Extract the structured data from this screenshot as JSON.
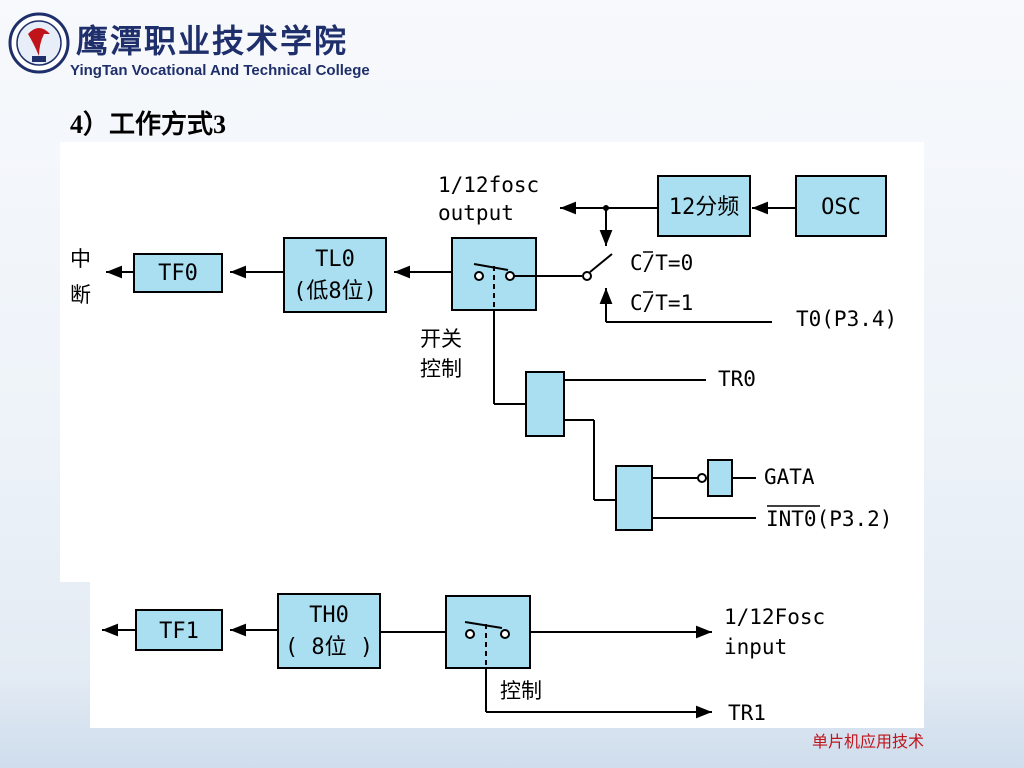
{
  "header": {
    "college_name_cn": "鹰潭职业技术学院",
    "college_name_en": "YingTan Vocational And Technical College",
    "slide_title": "4）工作方式3"
  },
  "diagram": {
    "upper": {
      "interrupt_label": [
        "中",
        "断"
      ],
      "tf0": "TF0",
      "tl0_line1": "TL0",
      "tl0_line2": "(低8位)",
      "osc": "OSC",
      "divider": "12分频",
      "fosc_output_line1": "1/12fosc",
      "fosc_output_line2": "output",
      "ct0": "C/T=0",
      "ct1": "C/T=1",
      "t0_pin": "T0(P3.4)",
      "switch_control": [
        "开关",
        "控制"
      ],
      "tr0": "TR0",
      "gata": "GATA",
      "int0": "INT0(P3.2)"
    },
    "lower": {
      "tf1": "TF1",
      "th0_line1": "TH0",
      "th0_line2": "( 8位 )",
      "fosc_input_line1": "1/12Fosc",
      "fosc_input_line2": "input",
      "control": "控制",
      "tr1": "TR1"
    }
  },
  "footer": {
    "text": "单片机应用技术"
  }
}
